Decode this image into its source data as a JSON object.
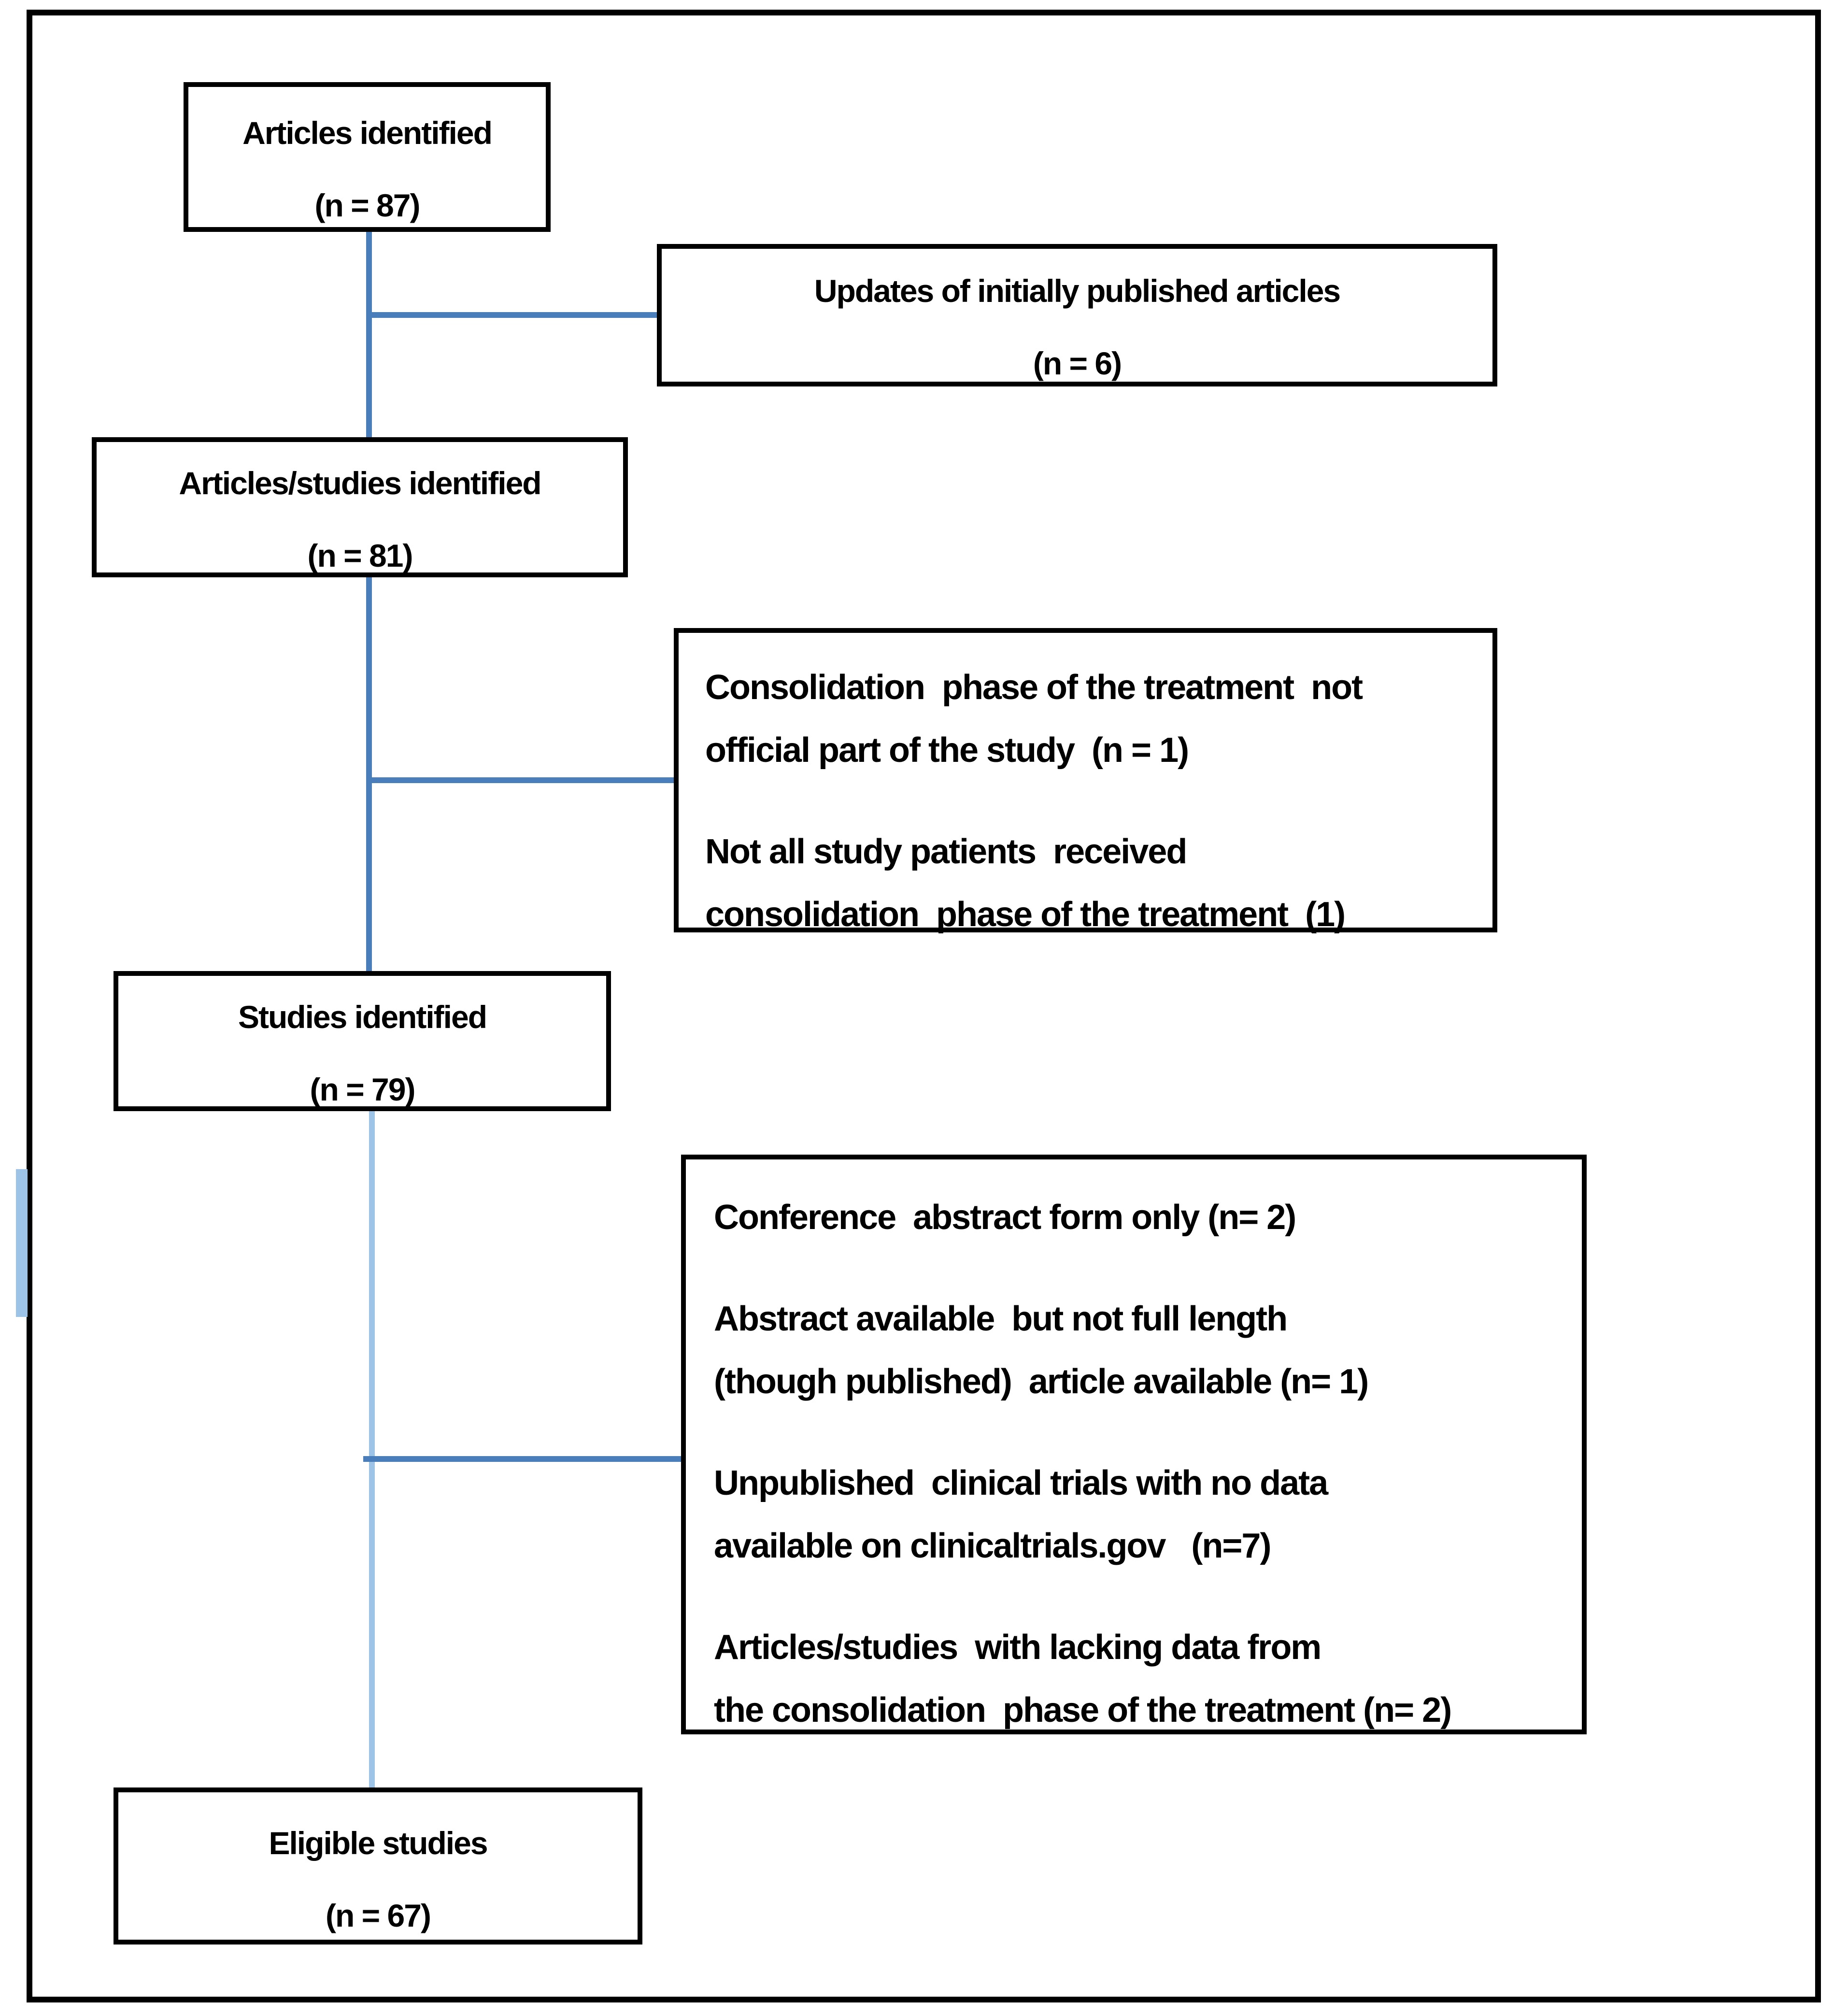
{
  "diagram": {
    "title": "Study selection flowchart",
    "colors": {
      "connector_primary": "#4A7EBB",
      "connector_light": "#9DC3E6",
      "box_border": "#000000",
      "background": "#FFFFFF"
    },
    "boxes": {
      "articles_identified": {
        "label": "Articles identified",
        "count": "(n = 87)"
      },
      "updates": {
        "label": "Updates of initially published articles",
        "count": "(n = 6)"
      },
      "articles_studies_identified": {
        "label": "Articles/studies identified",
        "count": "(n = 81)"
      },
      "consolidation_exclusions": {
        "paragraphs": [
          [
            "Consolidation  phase of the treatment  not",
            "official part of the study  (n = 1)"
          ],
          [
            "Not all study patients  received",
            "consolidation  phase of the treatment  (1)"
          ]
        ]
      },
      "studies_identified": {
        "label": "Studies identified",
        "count": "(n = 79)"
      },
      "study_exclusions": {
        "paragraphs": [
          [
            "Conference  abstract form only (n= 2)"
          ],
          [
            "Abstract available  but not full length",
            "(though published)  article available (n= 1)"
          ],
          [
            "Unpublished  clinical trials with no data",
            "available on clinicaltrials.gov   (n=7)"
          ],
          [
            "Articles/studies  with lacking data from",
            "the consolidation  phase of the treatment (n= 2)"
          ]
        ]
      },
      "eligible_studies": {
        "label": "Eligible studies",
        "count": "(n = 67)"
      }
    }
  }
}
